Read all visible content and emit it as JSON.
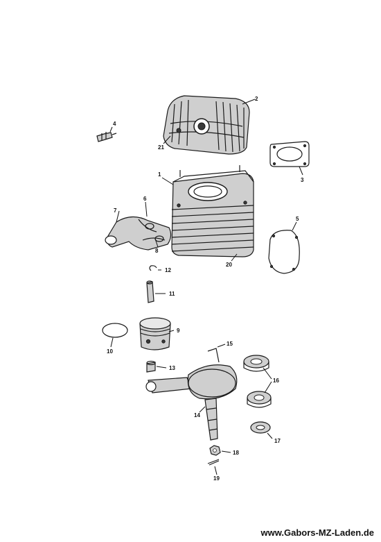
{
  "footer": {
    "site_url": "www.Gabors-MZ-Laden.de"
  },
  "callouts": {
    "c1": "1",
    "c2": "2",
    "c3": "3",
    "c4": "4",
    "c5": "5",
    "c6": "6",
    "c7": "7",
    "c8": "8",
    "c9": "9",
    "c10": "10",
    "c11": "11",
    "c12": "12",
    "c13": "13",
    "c14": "14",
    "c15": "15",
    "c16": "16",
    "c17": "17",
    "c18": "18",
    "c19": "19",
    "c20": "20",
    "c21": "21"
  }
}
